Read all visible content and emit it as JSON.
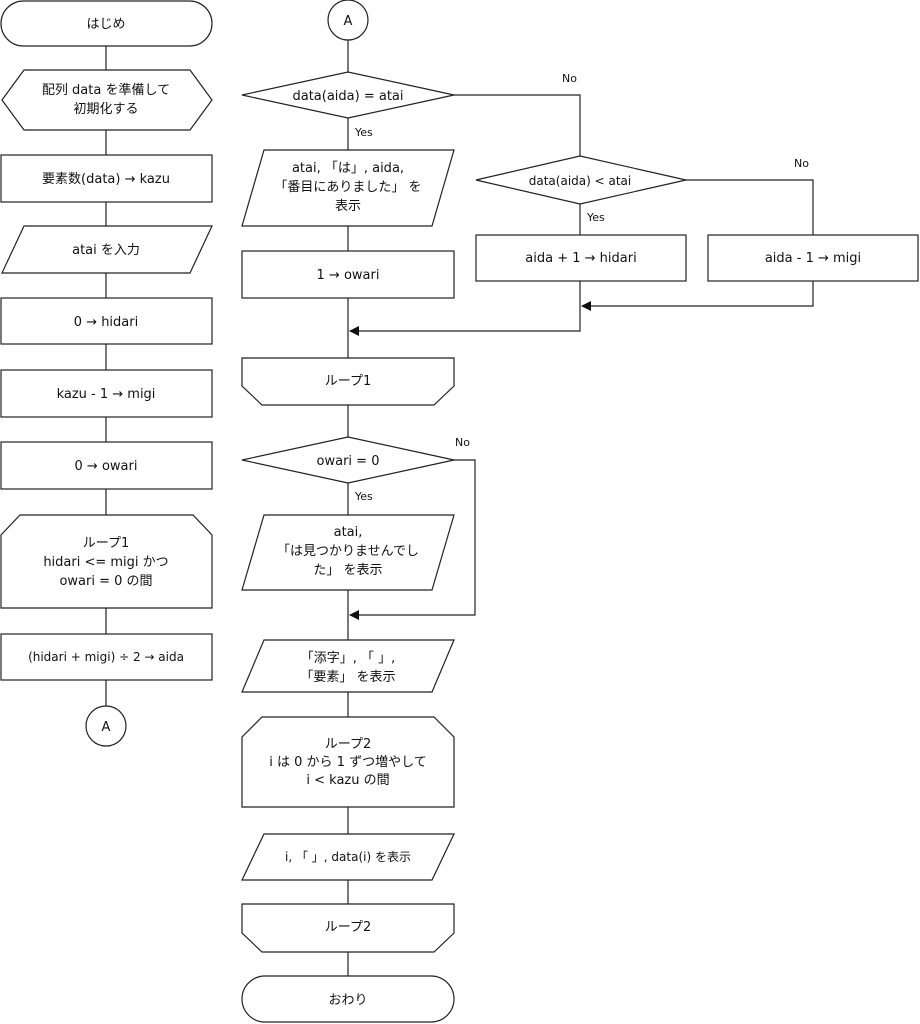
{
  "nodes": {
    "start": "はじめ",
    "prep": [
      "配列 data を準備して",
      "初期化する"
    ],
    "kazu": "要素数(data) → kazu",
    "input": "atai を入力",
    "hidari0": "0 → hidari",
    "migi": "kazu - 1 → migi",
    "owari0": "0 → owari",
    "loop1_start": [
      "ループ1",
      "hidari <= migi かつ",
      "owari = 0 の間"
    ],
    "aida": "(hidari + migi) ÷ 2 → aida",
    "connector_a": "A",
    "cond1": "data(aida) = atai",
    "found_out": [
      "atai, 「は」, aida,",
      "「番目にありました」 を",
      "表示"
    ],
    "owari1": "1 → owari",
    "cond2": "data(aida) < atai",
    "hidari_set": "aida + 1 → hidari",
    "migi_set": "aida - 1 → migi",
    "loop1_end": "ループ1",
    "cond3": "owari = 0",
    "notfound_out": [
      "atai,",
      "「は見つかりませんでし",
      "た」 を表示"
    ],
    "header_out": [
      "「添字」, 「 」,",
      "「要素」 を表示"
    ],
    "loop2_start": [
      "ループ2",
      "i は 0 から 1 ずつ増やして",
      "i < kazu の間"
    ],
    "elem_out": "i, 「 」, data(i) を表示",
    "loop2_end": "ループ2",
    "end": "おわり"
  },
  "labels": {
    "yes": "Yes",
    "no": "No"
  }
}
